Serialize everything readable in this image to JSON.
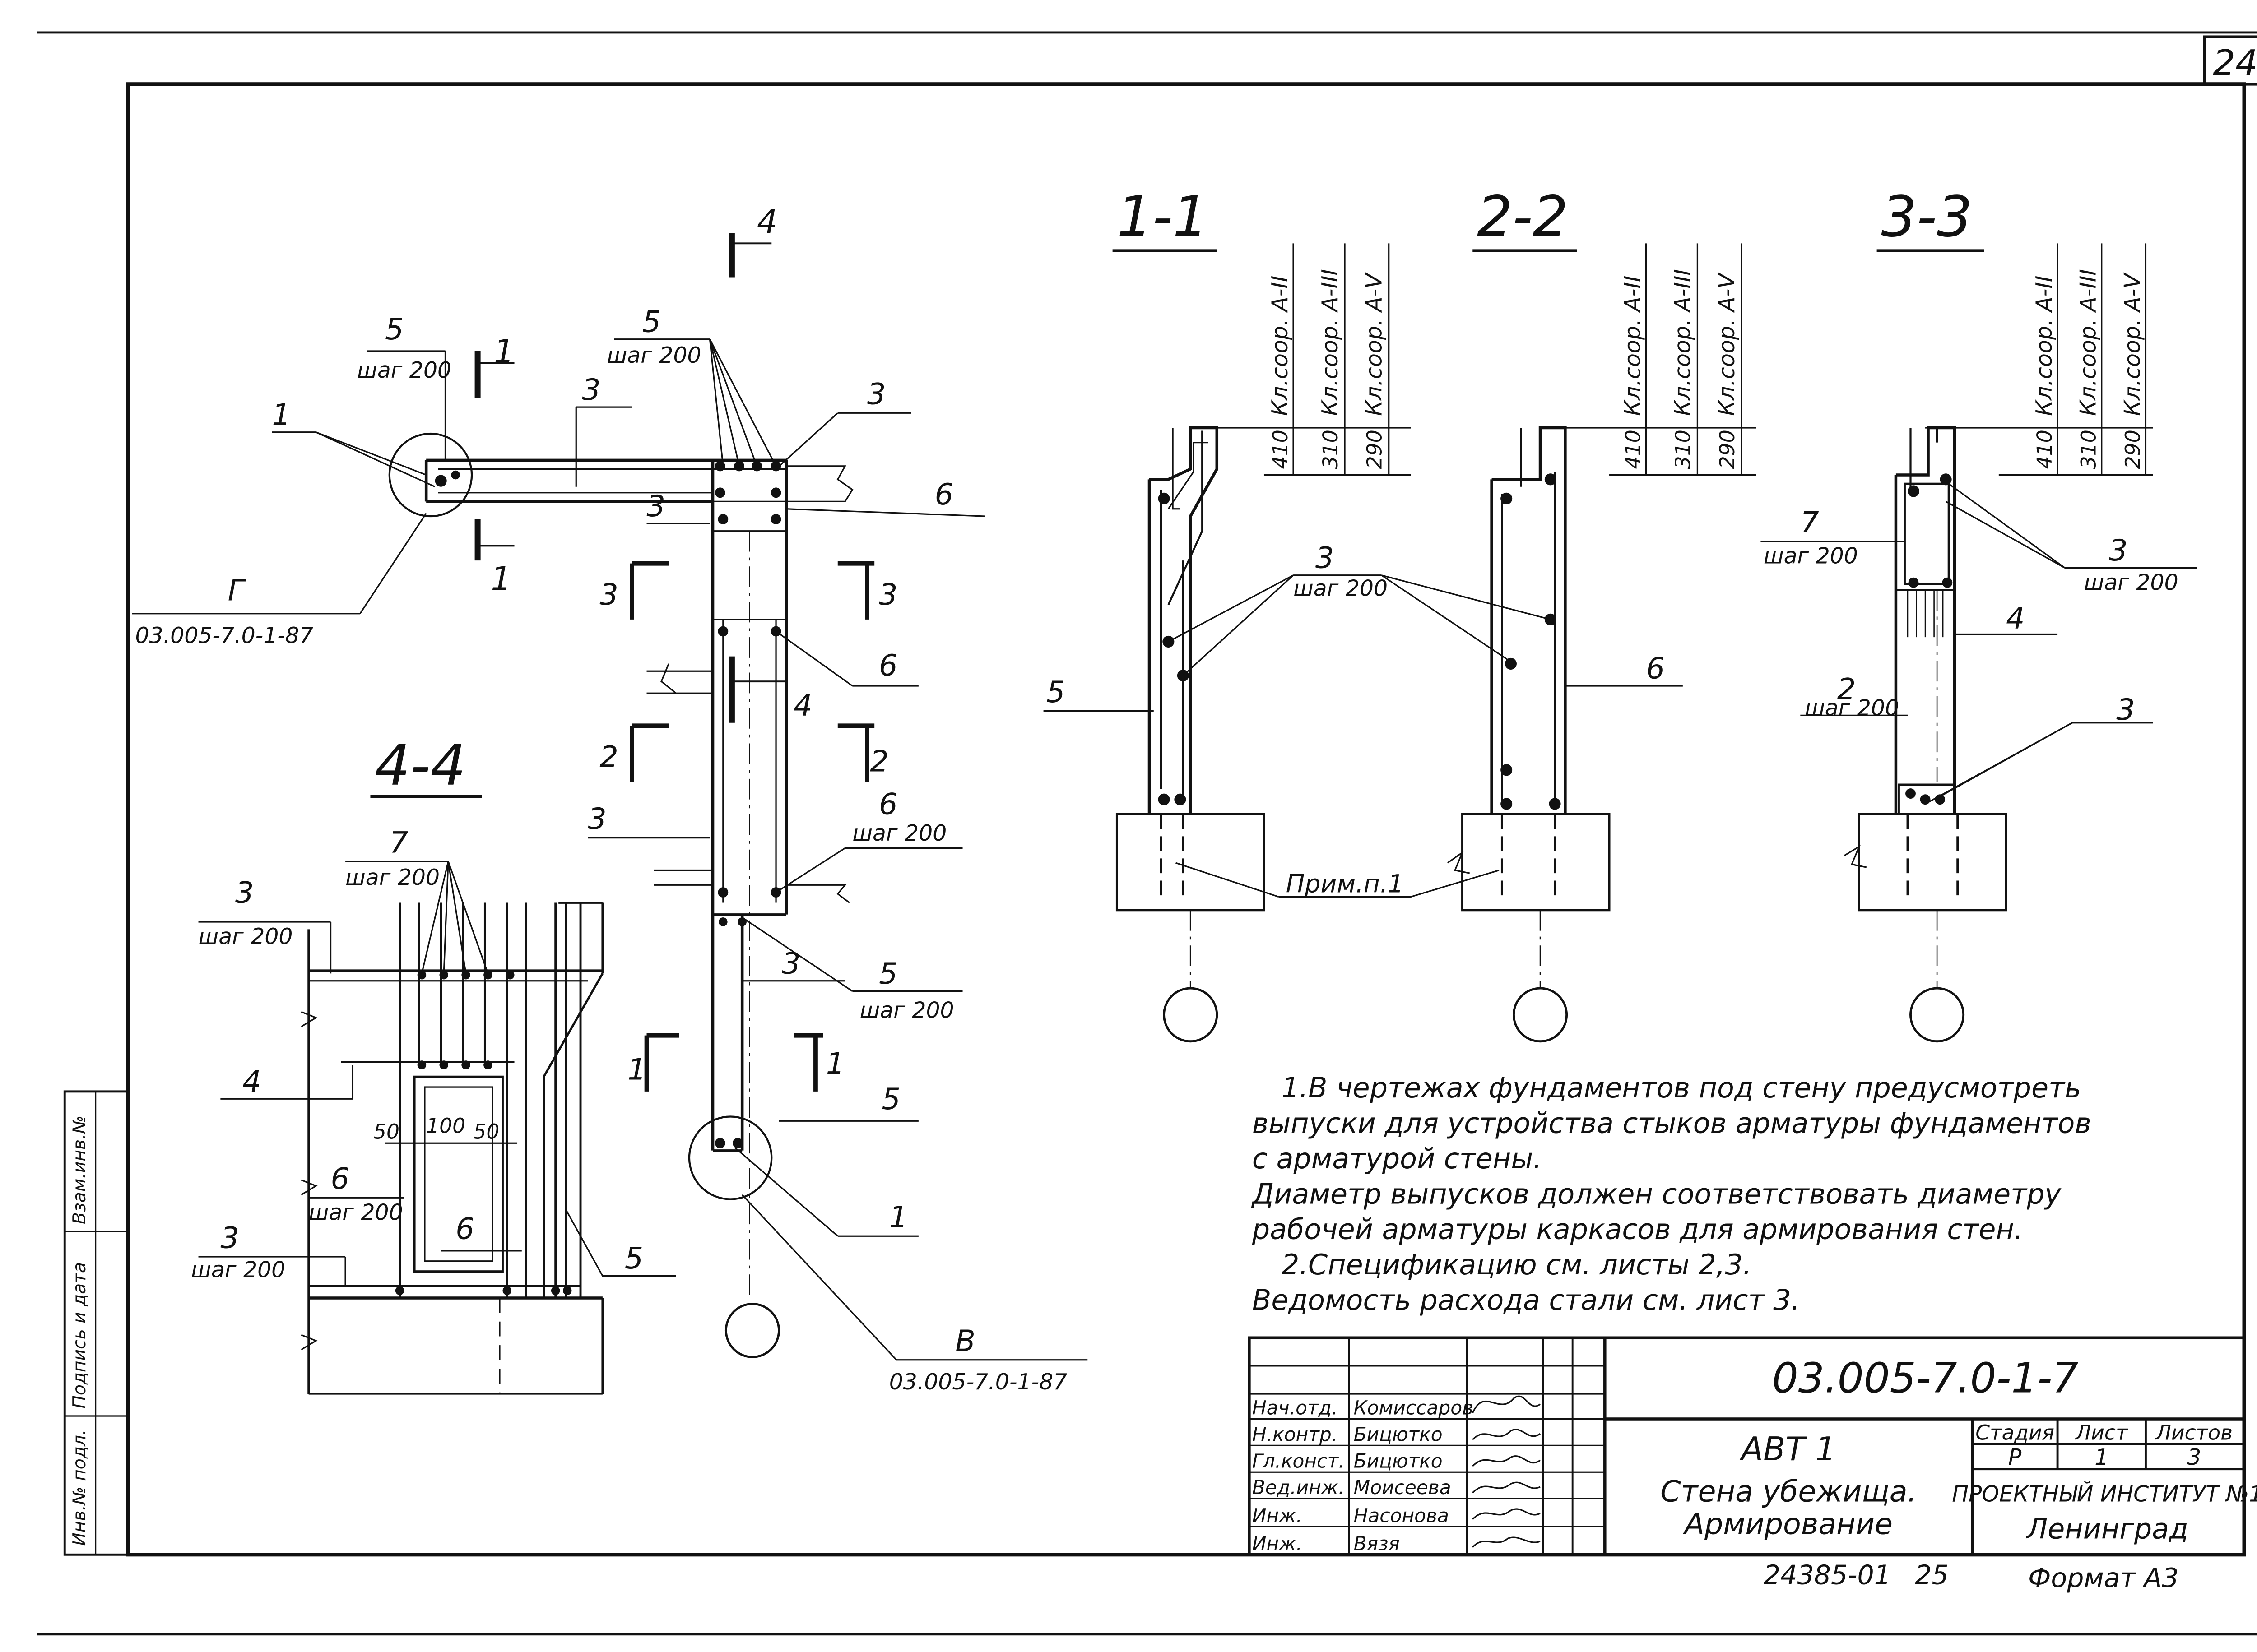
{
  "sheet": {
    "sheet_number": "24",
    "doc_code": "03.005-7.0-1-7",
    "title_line1": "АВТ 1",
    "title_line2": "Стена убежища.",
    "title_line3": "Армирование",
    "stage_label": "Стадия",
    "sheet_label": "Лист",
    "sheets_label": "Листов",
    "stage": "Р",
    "sheet": "1",
    "sheets": "3",
    "org_line1": "ПРОЕКТНЫЙ ИНСТИТУТ №1",
    "org_line2": "Ленинград",
    "archive_no": "24385-01",
    "archive_page": "25",
    "format": "Формат А3"
  },
  "signatures": [
    {
      "role": "Нач.отд.",
      "name": "Комиссаров"
    },
    {
      "role": "Н.контр.",
      "name": "Бицютко"
    },
    {
      "role": "Гл.конст.",
      "name": "Бицютко"
    },
    {
      "role": "Вед.инж.",
      "name": "Моисеева"
    },
    {
      "role": "Инж.",
      "name": "Насонова"
    },
    {
      "role": "Инж.",
      "name": "Вязя"
    }
  ],
  "side_stamp": {
    "inv_podl": "Инв.№ подл.",
    "podpis": "Подпись и дата",
    "vzam": "Взам.инв.№"
  },
  "notes": {
    "l1": "1.В чертежах фундаментов под стену предусмотреть",
    "l2": "выпуски для устройства стыков арматуры фундаментов",
    "l3": "с арматурой стены.",
    "l4": "Диаметр выпусков должен соответствовать диаметру",
    "l5": "рабочей арматуры каркасов для армирования стен.",
    "l6": "2.Спецификацию см. листы 2,3.",
    "l7": "Ведомость расхода стали см. лист 3."
  },
  "sections": {
    "s11": "1-1",
    "s22": "2-2",
    "s33": "3-3",
    "s44": "4-4"
  },
  "cover": {
    "c410": "410",
    "c310": "310",
    "c290": "290",
    "k2": "Кл.соор. А-II",
    "k3": "Кл.соор. А-III",
    "k5": "Кл.соор. А-V"
  },
  "labels": {
    "step": "шаг 200",
    "n1": "1",
    "n2": "2",
    "n3": "3",
    "n4": "4",
    "n5": "5",
    "n6": "6",
    "n7": "7",
    "note_ref": "Прим.п.1",
    "node_g": "Г",
    "node_g_ref": "03.005-7.0-1-87",
    "node_v": "В",
    "node_v_ref": "03.005-7.0-1-87",
    "d50": "50",
    "d100": "100"
  }
}
